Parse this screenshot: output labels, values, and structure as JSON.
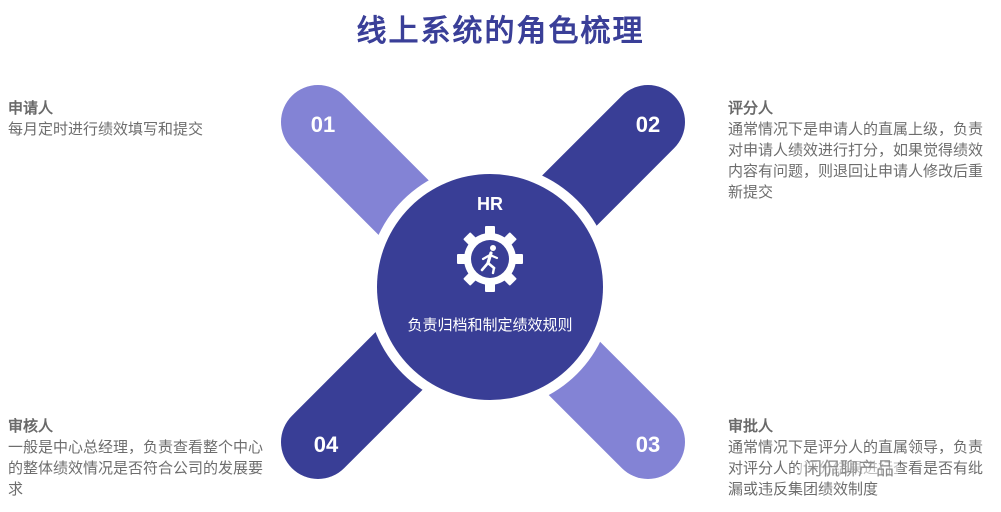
{
  "title": "线上系统的角色梳理",
  "hub": {
    "title": "HR",
    "desc": "负责归档和制定绩效规则",
    "icon": "gear-runner-icon"
  },
  "arms": [
    {
      "num": "01",
      "color": "#8383d5"
    },
    {
      "num": "02",
      "color": "#393e96"
    },
    {
      "num": "03",
      "color": "#8383d5"
    },
    {
      "num": "04",
      "color": "#393e96"
    }
  ],
  "roles": [
    {
      "name": "申请人",
      "desc": "每月定时进行绩效填写和提交"
    },
    {
      "name": "评分人",
      "desc": "通常情况下是申请人的直属上级，负责对申请人绩效进行打分，如果觉得绩效内容有问题，则退回让申请人修改后重新提交"
    },
    {
      "name": "审批人",
      "desc": "通常情况下是评分人的直属领导，负责对评分人的评分结果进行查看是否有纰漏或违反集团绩效制度"
    },
    {
      "name": "审核人",
      "desc": "一般是中心总经理，负责查看整个中心的整体绩效情况是否符合公司的发展要求"
    }
  ],
  "watermark": "闲侃聊产品"
}
